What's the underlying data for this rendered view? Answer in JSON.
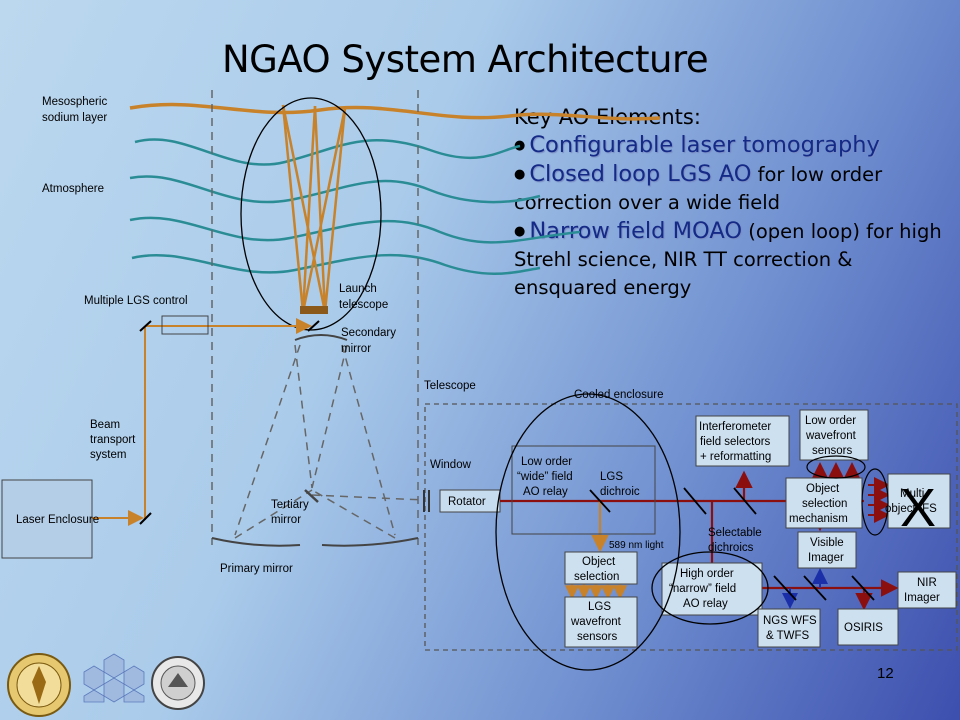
{
  "slide": {
    "title": "NGAO System Architecture",
    "number": "12"
  },
  "key_elements": {
    "heading": "Key AO Elements:",
    "items": [
      {
        "highlight": "Configurable laser tomography",
        "rest": ""
      },
      {
        "highlight": "Closed loop LGS AO",
        "rest": " for low order correction over a wide field"
      },
      {
        "highlight": "Narrow field MOAO",
        "rest": " (open loop) for high Strehl science, NIR TT correction & ensquared energy"
      }
    ]
  },
  "diagram_labels": {
    "sodium_layer_1": "Mesospheric",
    "sodium_layer_2": "sodium layer",
    "atmosphere": "Atmosphere",
    "lgs_control": "Multiple LGS control",
    "launch_1": "Launch",
    "launch_2": "telescope",
    "secondary_1": "Secondary",
    "secondary_2": "mirror",
    "telescope": "Telescope",
    "beam_1": "Beam",
    "beam_2": "transport",
    "beam_3": "system",
    "laser_enclosure": "Laser Enclosure",
    "window": "Window",
    "tertiary_1": "Tertiary",
    "tertiary_2": "mirror",
    "primary": "Primary mirror",
    "cooled": "Cooled enclosure",
    "rotator": "Rotator",
    "low_order_relay": [
      "Low order",
      "“wide” field",
      "AO relay"
    ],
    "lgs_dichroic": [
      "LGS",
      "dichroic"
    ],
    "nm_light": "589 nm light",
    "object_selection": [
      "Object",
      "selection"
    ],
    "lgs_wfs": [
      "LGS",
      "wavefront",
      "sensors"
    ],
    "interferometer": [
      "Interferometer",
      "field selectors",
      "+ reformatting"
    ],
    "low_order_wfs": [
      "Low order",
      "wavefront",
      "sensors"
    ],
    "object_selection_mech": [
      "Object",
      "selection",
      "mechanism"
    ],
    "multi_ifs": [
      "Multi-",
      "object IFS"
    ],
    "selectable_dichroics": [
      "Selectable",
      "dichroics"
    ],
    "visible_imager": [
      "Visible",
      "Imager"
    ],
    "high_order_relay": [
      "High order",
      "“narrow” field",
      "AO relay"
    ],
    "ngs_wfs": [
      "NGS WFS",
      "& TWFS"
    ],
    "osiris": "OSIRIS",
    "nir_imager": [
      "NIR",
      "Imager"
    ],
    "cross_mark": "X"
  },
  "colors": {
    "laser": "#c8822a",
    "atmosphere": "#2a8c95",
    "beam_red": "#8b0f0f",
    "highlight_text": "#152a86",
    "blue_arrow": "#1b2fa8"
  },
  "icons": [
    "caltech-seal-icon",
    "keck-hex-mirror-icon",
    "uc-seal-icon"
  ]
}
